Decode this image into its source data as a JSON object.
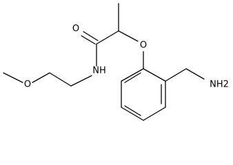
{
  "molecule": {
    "atoms": {
      "oxygen_carbonyl": "O",
      "oxygen_ether": "O",
      "oxygen_methoxy": "O",
      "amide_nh": "NH",
      "amine_nh2": "NH2"
    }
  }
}
